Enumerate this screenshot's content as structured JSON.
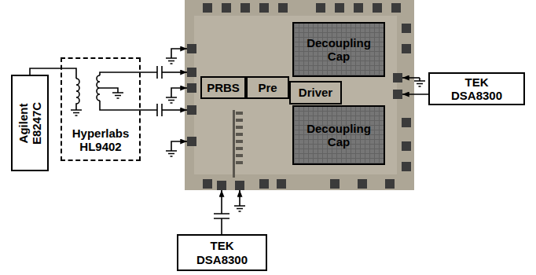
{
  "diagram": {
    "nodes": [
      {
        "text": [
          "Agilent E8247C"
        ]
      },
      {
        "text": [
          "Hyperlabs HL9402"
        ]
      },
      {
        "text": [
          "PRBS"
        ]
      },
      {
        "text": [
          "Pre"
        ]
      },
      {
        "text": [
          "Driver"
        ]
      },
      {
        "text": [
          "Decoupling Cap"
        ]
      },
      {
        "text": [
          "Decoupling Cap"
        ]
      },
      {
        "text": [
          "TEK DSA8300"
        ]
      },
      {
        "text": [
          "TEK DSA8300"
        ]
      }
    ],
    "edges": [
      {
        "from": 0,
        "to": 1,
        "arrow": "none"
      }
    ]
  }
}
